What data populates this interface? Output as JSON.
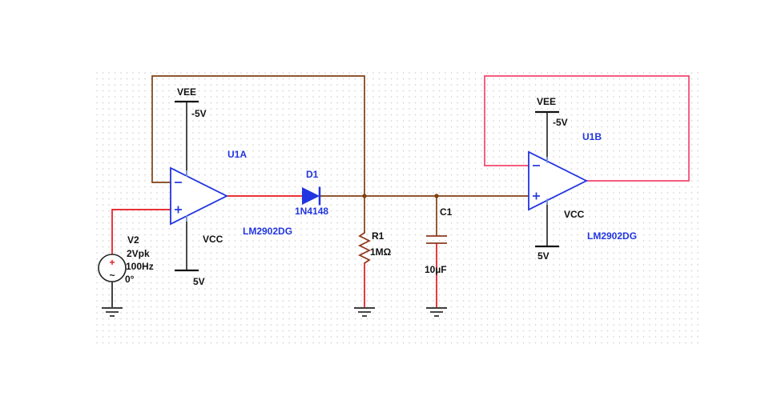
{
  "colors": {
    "wire_red": "#e8151d",
    "wire_brown": "#7f4012",
    "wire_pink": "#f2456e",
    "component_blue": "#2135e0",
    "label_blue": "#2135e0",
    "passive_red": "#8f3a1e",
    "ground_gray": "#3f3f3f",
    "grid_dot": "#cccccc"
  },
  "opamp_u1a": {
    "ref": "U1A",
    "part": "LM2902DG",
    "vee_name": "VEE",
    "vee_value": "-5V",
    "vcc_name": "VCC",
    "vcc_value": "5V"
  },
  "opamp_u1b": {
    "ref": "U1B",
    "part": "LM2902DG",
    "vee_name": "VEE",
    "vee_value": "-5V",
    "vcc_name": "VCC",
    "vcc_value": "5V"
  },
  "source_v2": {
    "ref": "V2",
    "amplitude": "2Vpk",
    "frequency": "100Hz",
    "phase": "0°",
    "plus_sign": "+",
    "wave_sign": "~"
  },
  "diode_d1": {
    "ref": "D1",
    "part": "1N4148"
  },
  "resistor_r1": {
    "ref": "R1",
    "value": "1MΩ"
  },
  "capacitor_c1": {
    "ref": "C1",
    "value": "10µF"
  }
}
